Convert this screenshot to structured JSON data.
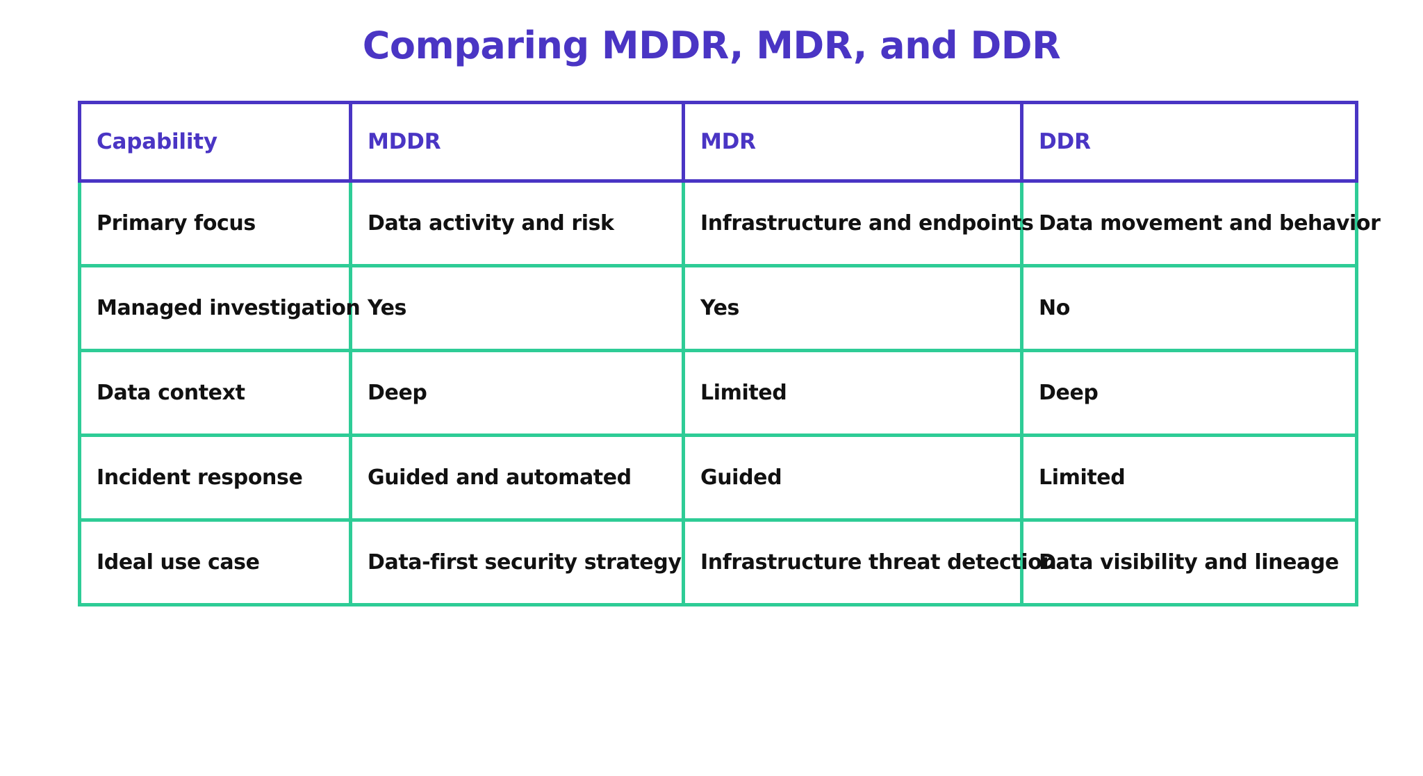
{
  "title": "Comparing MDDR, MDR, and DDR",
  "colors": {
    "title": "#4a35c4",
    "header_border": "#4a35c4",
    "header_text": "#4a35c4",
    "row_border": "#2ecc96",
    "cell_text": "#111111",
    "background": "#ffffff"
  },
  "table": {
    "headers": [
      "Capability",
      "MDDR",
      "MDR",
      "DDR"
    ],
    "rows": [
      {
        "capability": "Primary focus",
        "mddr": "Data activity and risk",
        "mdr": "Infrastructure and endpoints",
        "ddr": "Data movement and behavior"
      },
      {
        "capability": "Managed investigation",
        "mddr": "Yes",
        "mdr": "Yes",
        "ddr": "No"
      },
      {
        "capability": "Data context",
        "mddr": "Deep",
        "mdr": "Limited",
        "ddr": "Deep"
      },
      {
        "capability": "Incident response",
        "mddr": "Guided and automated",
        "mdr": "Guided",
        "ddr": "Limited"
      },
      {
        "capability": "Ideal use case",
        "mddr": "Data-first security strategy",
        "mdr": "Infrastructure threat detection",
        "ddr": "Data visibility and lineage"
      }
    ]
  }
}
